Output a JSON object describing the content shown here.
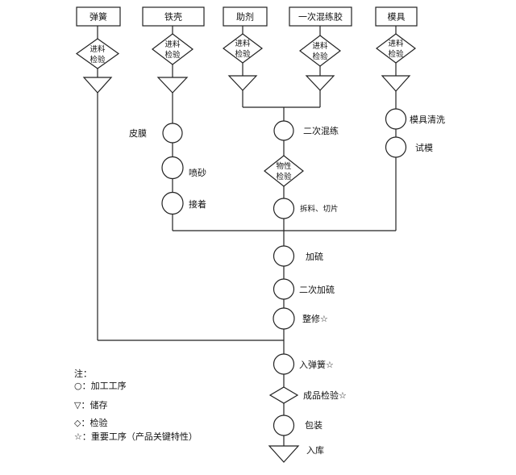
{
  "materials": [
    "弹簧",
    "铁壳",
    "助剂",
    "一次混练胶",
    "模具"
  ],
  "incoming_inspection": [
    "进料\n检验",
    "进料\n检验",
    "进料\n检验",
    "进料\n检验",
    "进料\n检验"
  ],
  "steps": {
    "skin_film": "皮膜",
    "sand_blast": "喷砂",
    "adhesive": "接着",
    "second_mix": "二次混练",
    "property_check": "物性\n检验",
    "cut_strips": "拆料、切片",
    "mold_clean": "模具清洗",
    "trial_mold": "试模",
    "vulcanize": "加硫",
    "second_vulcanize": "二次加硫",
    "trim": "整修☆",
    "insert_spring": "入弹簧☆",
    "final_inspection": "成品检验☆",
    "packaging": "包装",
    "warehouse": "入库"
  },
  "legend": {
    "title": "注：",
    "process": "○：加工工序",
    "storage": "▽：储存",
    "inspection": "◇：检验",
    "key": "☆：重要工序（产品关键特性）"
  }
}
